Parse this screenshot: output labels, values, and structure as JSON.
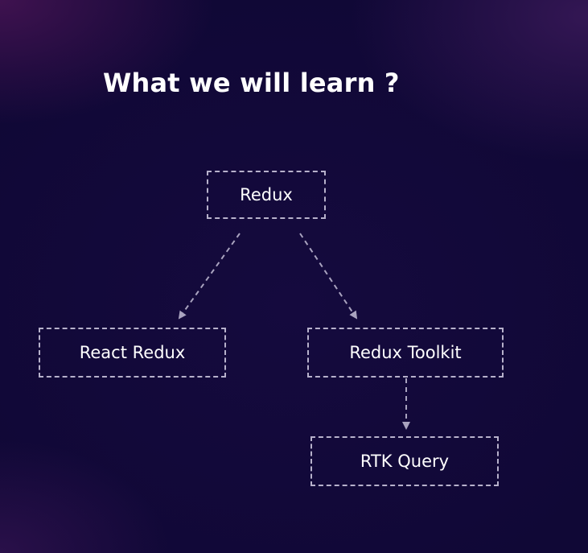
{
  "slide": {
    "title": "What we will learn ?"
  },
  "diagram": {
    "nodes": {
      "redux": "Redux",
      "react_redux": "React Redux",
      "redux_toolkit": "Redux Toolkit",
      "rtk_query": "RTK Query"
    },
    "edges": [
      {
        "from": "Redux",
        "to": "React Redux"
      },
      {
        "from": "Redux",
        "to": "Redux Toolkit"
      },
      {
        "from": "Redux Toolkit",
        "to": "RTK Query"
      }
    ]
  },
  "colors": {
    "background": "#12093a",
    "text": "#ffffff",
    "dashed_border": "#b7b1cb",
    "arrow": "#a9a3bf"
  }
}
